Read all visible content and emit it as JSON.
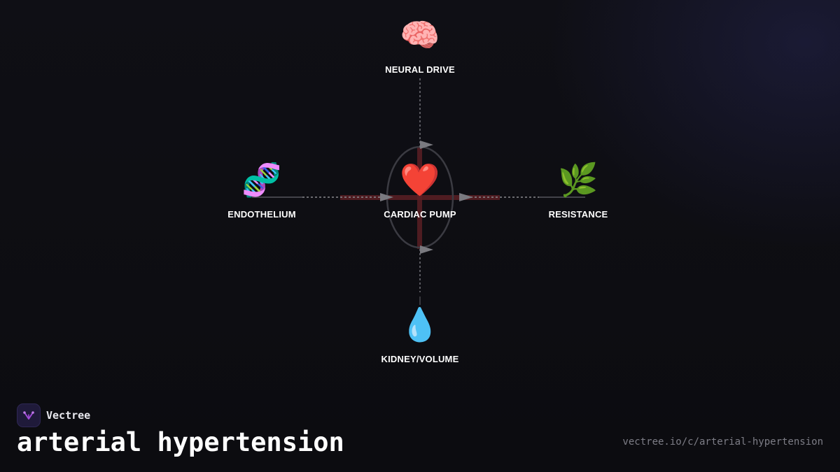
{
  "diagram": {
    "nodes": {
      "neural": {
        "icon": "🧠",
        "icon_name": "brain-icon",
        "label": "NEURAL DRIVE"
      },
      "endothelium": {
        "icon": "🧬",
        "icon_name": "dna-icon",
        "label": "ENDOTHELIUM"
      },
      "cardiac": {
        "icon": "❤️",
        "icon_name": "heart-icon",
        "label": "CARDIAC PUMP"
      },
      "resistance": {
        "icon": "🌿",
        "icon_name": "herb-icon",
        "label": "RESISTANCE"
      },
      "kidney": {
        "icon": "💧",
        "icon_name": "droplet-icon",
        "label": "KIDNEY/VOLUME"
      }
    },
    "colors": {
      "connector": "#6b6b72",
      "highlight": "#5a1f24",
      "arrow": "#7a7a80"
    }
  },
  "brand": {
    "name": "Vectree",
    "logo_icon": "vectree-logo-icon",
    "accent": "#a04bd8"
  },
  "page": {
    "title": "arterial hypertension",
    "url": "vectree.io/c/arterial-hypertension"
  }
}
